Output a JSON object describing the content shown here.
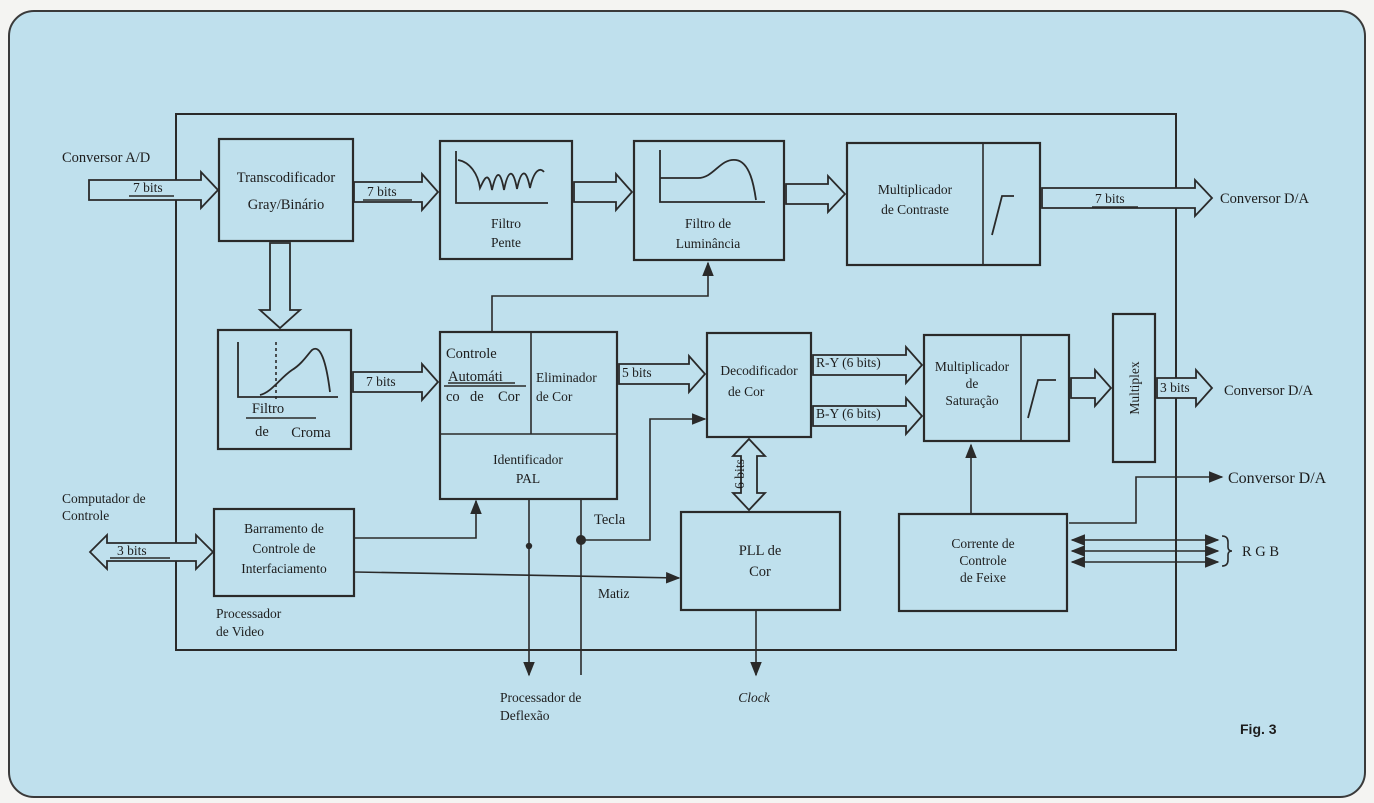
{
  "blocks": {
    "transcoder": [
      "Transcodificador",
      "Gray/Binário"
    ],
    "comb_filter": [
      "Filtro",
      "Pente"
    ],
    "luma_filter": [
      "Filtro de",
      "Luminância"
    ],
    "contrast_mult": [
      "Multiplicador",
      "de Contraste"
    ],
    "chroma_filter": [
      "Filtro",
      "de",
      "Croma"
    ],
    "acc": [
      "Controle",
      "Automáti",
      "co",
      "de",
      "Cor"
    ],
    "color_killer": [
      "Eliminador",
      "de Cor"
    ],
    "pal_id": [
      "Identificador",
      "PAL"
    ],
    "color_decoder": [
      "Decodificador",
      "de Cor"
    ],
    "saturation_mult": [
      "Multiplicador",
      "de",
      "Saturação"
    ],
    "multiplex": "Multiplex",
    "bus": [
      "Barramento de",
      "Controle de",
      "Interfaciamento"
    ],
    "pll": [
      "PLL de",
      "Cor"
    ],
    "beam_current": [
      "Corrente de",
      "Controle",
      "de Feixe"
    ]
  },
  "signals": {
    "in_7bits": "7 bits",
    "tc_out_7bits": "7 bits",
    "chroma_7bits": "7 bits",
    "acc_5bits": "5 bits",
    "ry": "R-Y (6 bits)",
    "by": "B-Y (6 bits)",
    "pll_6bits": "6 bits",
    "contrast_7bits": "7 bits",
    "mux_3bits": "3 bits",
    "ctrl_3bits": "3 bits"
  },
  "labels": {
    "conv_ad": "Conversor A/D",
    "conv_da_1": "Conversor D/A",
    "conv_da_2": "Conversor D/A",
    "conv_da_3": "Conversor D/A",
    "ctrl_computer": [
      "Computador de",
      "Controle"
    ],
    "video_proc": [
      "Processador",
      "de Video"
    ],
    "tecla": "Tecla",
    "matiz": "Matiz",
    "deflection": [
      "Processador de",
      "Deflexão"
    ],
    "clock": "Clock",
    "rgb": "R G B",
    "figure": "Fig. 3"
  }
}
